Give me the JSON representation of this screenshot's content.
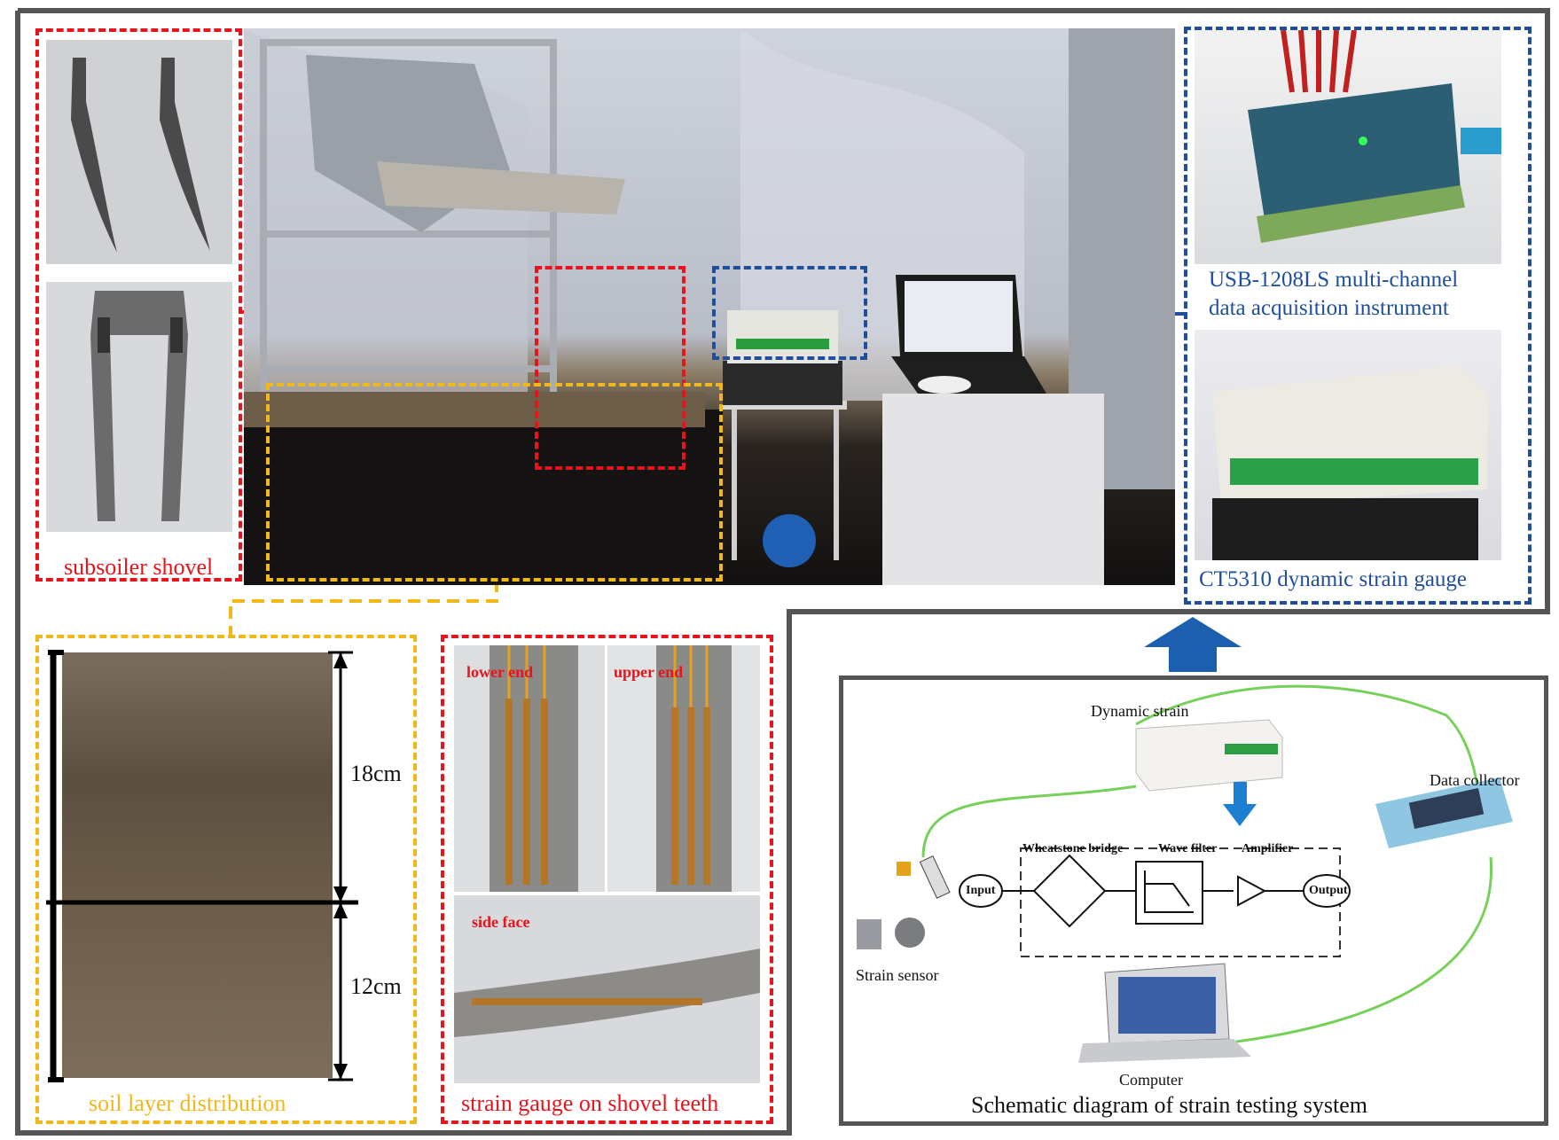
{
  "colors": {
    "red": "#e8141b",
    "blue": "#1f4f9c",
    "yellow": "#f2b81a",
    "frame": "#555555"
  },
  "captions": {
    "subsoiler_shovel": "subsoiler shovel",
    "usb_line1": "USB-1208LS multi-channel",
    "usb_line2": "data acquisition instrument",
    "ct5310": "CT5310 dynamic strain gauge",
    "soil_layer": "soil layer distribution",
    "strain_gauge_teeth": "strain gauge on shovel teeth"
  },
  "soil": {
    "top_depth": "18cm",
    "bottom_depth": "12cm"
  },
  "gauge_labels": {
    "lower_end": "lower end",
    "upper_end": "upper end",
    "side_face": "side face"
  },
  "schematic": {
    "title": "Schematic diagram of strain testing system",
    "dynamic_strain": "Dynamic strain",
    "data_collector": "Data collector",
    "strain_sensor": "Strain sensor",
    "computer": "Computer",
    "input": "Input",
    "output": "Output",
    "wheatstone": "Wheatstone bridge",
    "wave_filter": "Wave filter",
    "amplifier": "Amplifier"
  },
  "icons": {
    "arrow_up": "arrow-up-icon",
    "arrow_down": "arrow-down-icon"
  }
}
